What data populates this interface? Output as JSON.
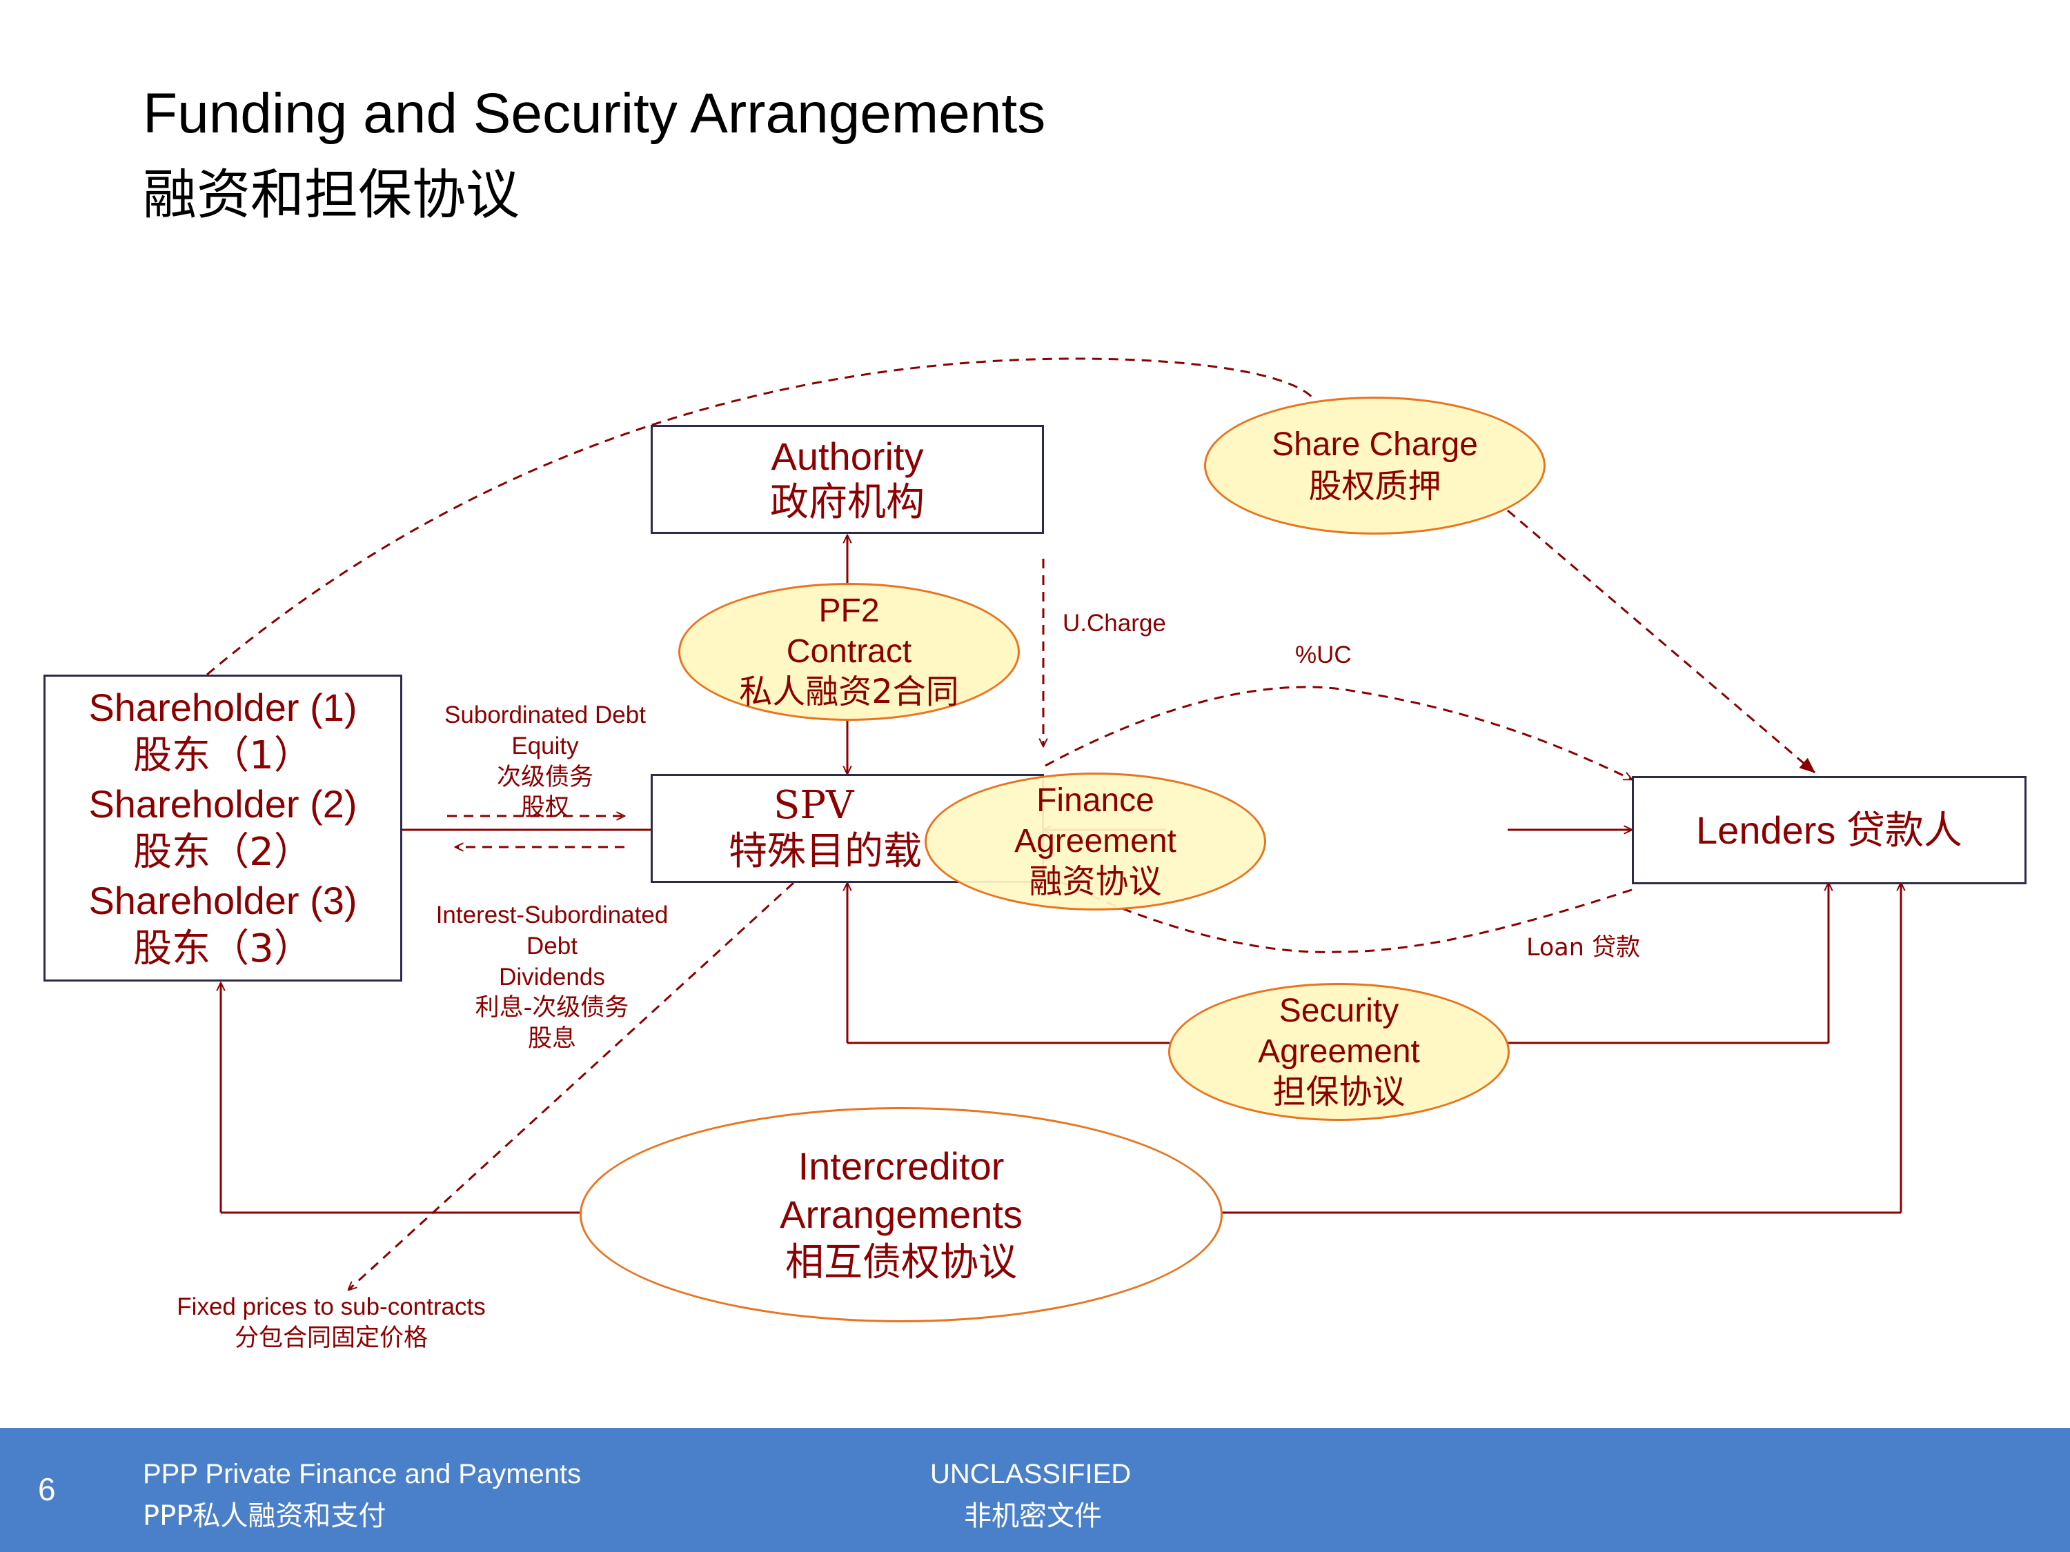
{
  "title": {
    "en": "Funding and Security Arrangements",
    "zh": "融资和担保协议"
  },
  "nodes": {
    "authority": {
      "en": "Authority",
      "zh": "政府机构"
    },
    "shareholders": [
      {
        "en": "Shareholder (1)",
        "zh": "股东（1）"
      },
      {
        "en": "Shareholder (2)",
        "zh": "股东（2）"
      },
      {
        "en": "Shareholder (3)",
        "zh": "股东（3）"
      }
    ],
    "spv": {
      "en": "SPV",
      "zh": "特殊目的载"
    },
    "lenders": {
      "label": "Lenders 贷款人"
    }
  },
  "agreements": {
    "share_charge": {
      "en": "Share Charge",
      "zh": "股权质押"
    },
    "pf2_contract": {
      "line1": "PF2",
      "line2": "Contract",
      "zh": "私人融资2合同"
    },
    "finance_agreement": {
      "line1": "Finance",
      "line2": "Agreement",
      "zh": "融资协议"
    },
    "security_agreement": {
      "line1": "Security",
      "line2": "Agreement",
      "zh": "担保协议"
    },
    "intercreditor": {
      "line1": "Intercreditor",
      "line2": "Arrangements",
      "zh": "相互债权协议"
    }
  },
  "flow_labels": {
    "subordinated_debt": {
      "line1": "Subordinated Debt",
      "line2": "Equity",
      "zh1": "次级债务",
      "zh2": "股权"
    },
    "interest": {
      "line1": "Interest-Subordinated",
      "line2": "Debt",
      "line3": "Dividends",
      "zh1": "利息-次级债务",
      "zh2": "股息"
    },
    "u_charge": "U.Charge",
    "pct_uc": "%UC",
    "loan": "Loan 贷款",
    "fixed_prices": {
      "en": "Fixed prices to sub-contracts",
      "zh": "分包合同固定价格"
    }
  },
  "footer": {
    "page_number": "6",
    "doc_title_en": "PPP Private  Finance and Payments",
    "doc_title_zh": "PPP私人融资和支付",
    "classification_en": "UNCLASSIFIED",
    "classification_zh": "非机密文件"
  },
  "colors": {
    "text_dark_red": "#8b0000",
    "box_border": "#2b2b4b",
    "oval_fill": "#fff8c4",
    "oval_border": "#e8741f",
    "footer_blue": "#4a7fc9"
  }
}
